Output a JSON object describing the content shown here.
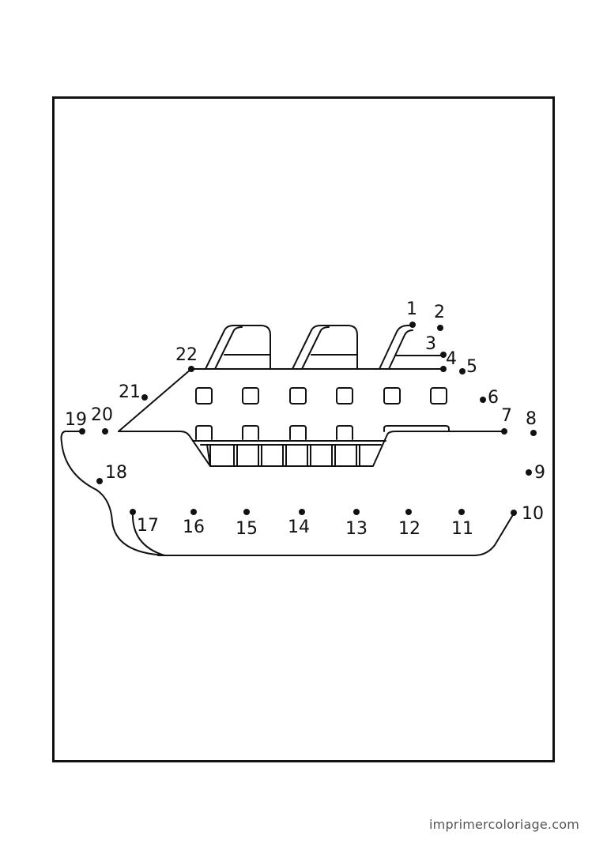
{
  "worksheet": {
    "footer_text": "imprimercoloriage.com",
    "dot_numbers": [
      "1",
      "2",
      "3",
      "4",
      "5",
      "6",
      "7",
      "8",
      "9",
      "10",
      "11",
      "12",
      "13",
      "14",
      "15",
      "16",
      "17",
      "18",
      "19",
      "20",
      "21",
      "22"
    ]
  },
  "colors": {
    "ink": "#111111",
    "footer": "#555555",
    "background": "#ffffff"
  }
}
